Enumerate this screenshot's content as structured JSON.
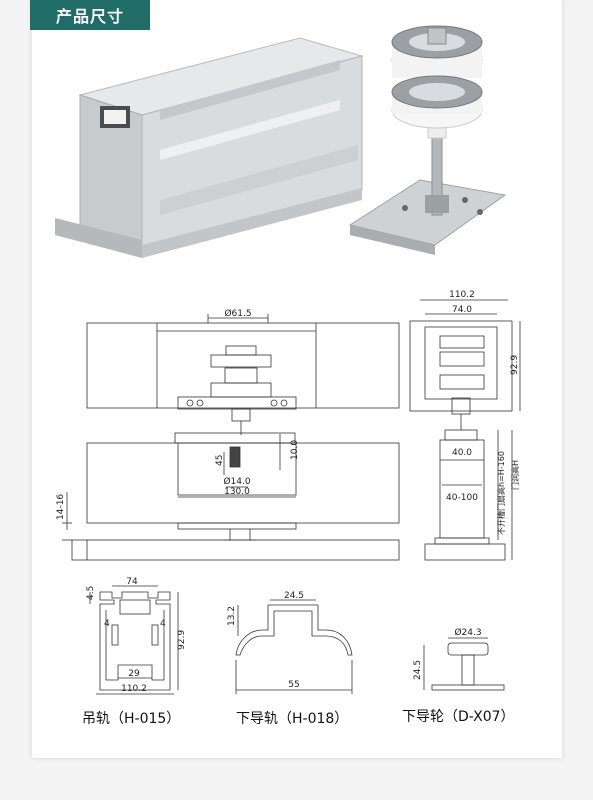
{
  "header": {
    "title": "产品尺寸"
  },
  "drawing_main": {
    "wheel_dia": "Ø61.5",
    "spacer_height": "45",
    "offset": "10.0",
    "pin_dia": "Ø14.0",
    "plate_width": "130.0",
    "gap": "14-16"
  },
  "drawing_side": {
    "width_outer": "110.2",
    "width_inner": "74.0",
    "height": "92.9",
    "block_height": "40.0",
    "adjust_range": "40-100",
    "door_leaf_label": "不开槽门扇高h=H-160",
    "door_opening_label": "门洞高H"
  },
  "parts": [
    {
      "caption": "吊轨（H-015）",
      "dims": {
        "top": "74",
        "left_small": "4.5",
        "inner_left": "4",
        "inner_right": "4",
        "height": "92.9",
        "slot": "29",
        "bottom": "110.2"
      }
    },
    {
      "caption": "下导轨（H-018）",
      "dims": {
        "top": "24.5",
        "height": "13.2",
        "bottom": "55"
      }
    },
    {
      "caption": "下导轮（D-X07）",
      "dims": {
        "dia": "Ø24.3",
        "height": "24.5"
      }
    }
  ]
}
